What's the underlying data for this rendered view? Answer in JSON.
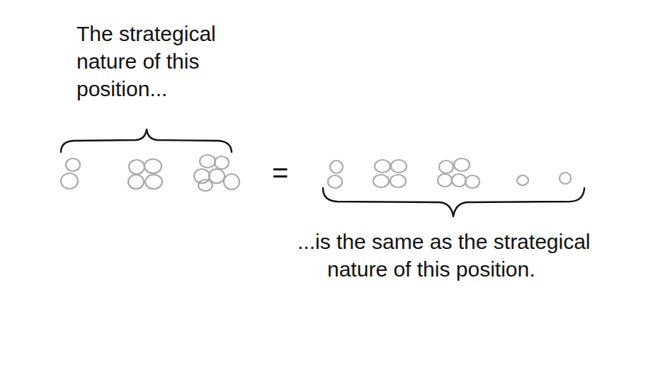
{
  "diagram": {
    "labels": [
      "The strategical nature of this position...",
      "=",
      "...is the same as the strategical nature of this position."
    ]
  }
}
